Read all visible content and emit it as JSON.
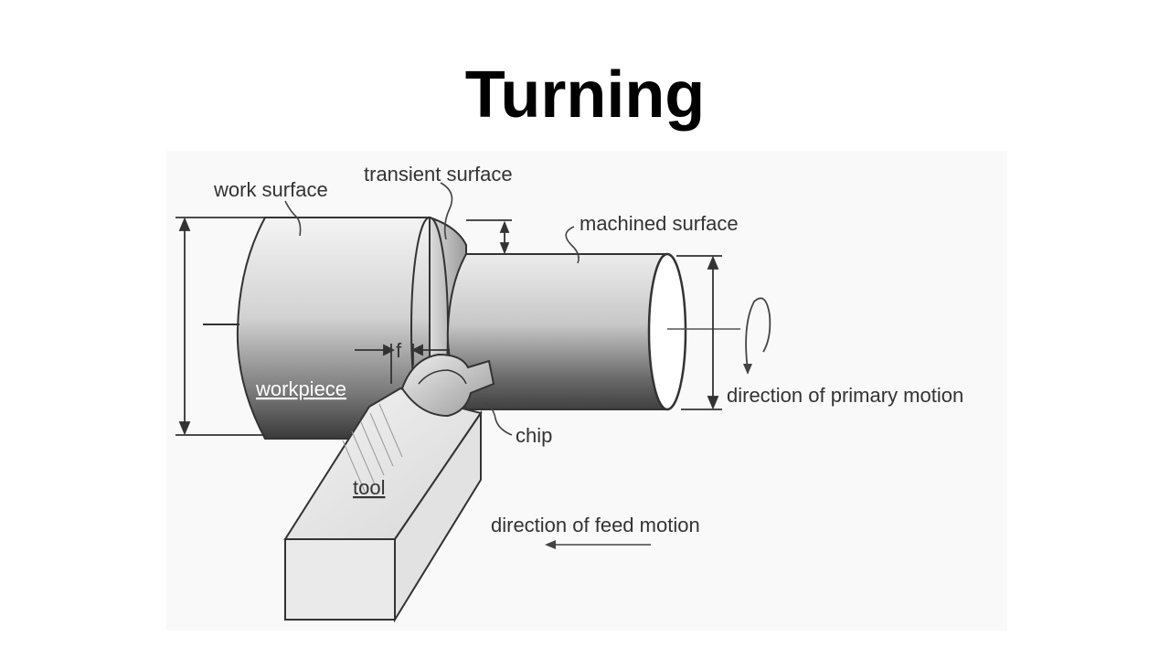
{
  "slide": {
    "title": "Turning"
  },
  "diagram": {
    "labels": {
      "work_surface": "work surface",
      "transient_surface": "transient surface",
      "machined_surface": "machined surface",
      "workpiece": "workpiece",
      "feed": "f",
      "chip": "chip",
      "tool": "tool",
      "primary_motion": "direction of primary motion",
      "feed_motion": "direction of feed motion"
    }
  }
}
